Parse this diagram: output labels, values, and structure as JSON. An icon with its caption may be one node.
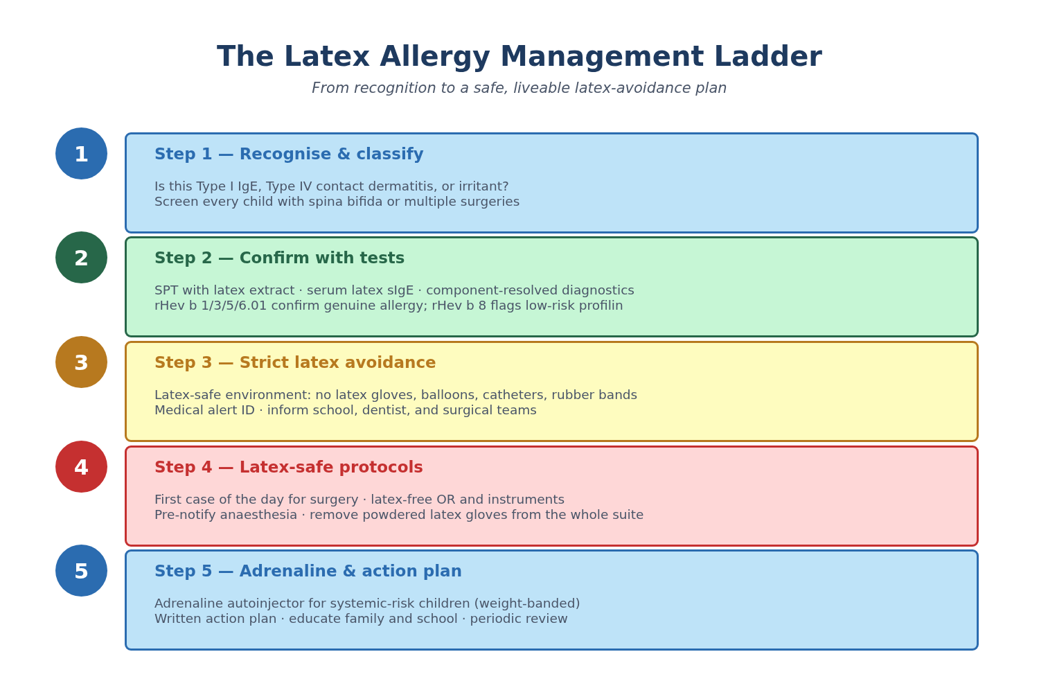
{
  "diagram": {
    "title": "The Latex Allergy Management Ladder",
    "caption": "From recognition to a safe, liveable latex-avoidance plan",
    "nodes": [
      {
        "text": [
          "1"
        ]
      },
      {
        "text": [
          "Step 1 — Recognise & classify",
          "Is this Type I IgE, Type IV contact dermatitis, or irritant?",
          "Screen every child with spina bifida or multiple surgeries"
        ]
      },
      {
        "text": [
          "2"
        ]
      },
      {
        "text": [
          "Step 2 — Confirm with tests",
          "SPT with latex extract · serum latex sIgE · component-resolved diagnostics",
          "rHev b 1/3/5/6.01 confirm genuine allergy; rHev b 8 flags low-risk profilin"
        ]
      },
      {
        "text": [
          "3"
        ]
      },
      {
        "text": [
          "Step 3 — Strict latex avoidance",
          "Latex-safe environment: no latex gloves, balloons, catheters, rubber bands",
          "Medical alert ID · inform school, dentist, and surgical teams"
        ]
      },
      {
        "text": [
          "4"
        ]
      },
      {
        "text": [
          "Step 4 — Latex-safe protocols",
          "First case of the day for surgery · latex-free OR and instruments",
          "Pre-notify anaesthesia · remove powdered latex gloves from the whole suite"
        ]
      },
      {
        "text": [
          "5"
        ]
      },
      {
        "text": [
          "Step 5 — Adrenaline & action plan",
          "Adrenaline autoinjector for systemic-risk children (weight-banded)",
          "Written action plan · educate family and school · periodic review"
        ]
      }
    ],
    "edges": []
  }
}
